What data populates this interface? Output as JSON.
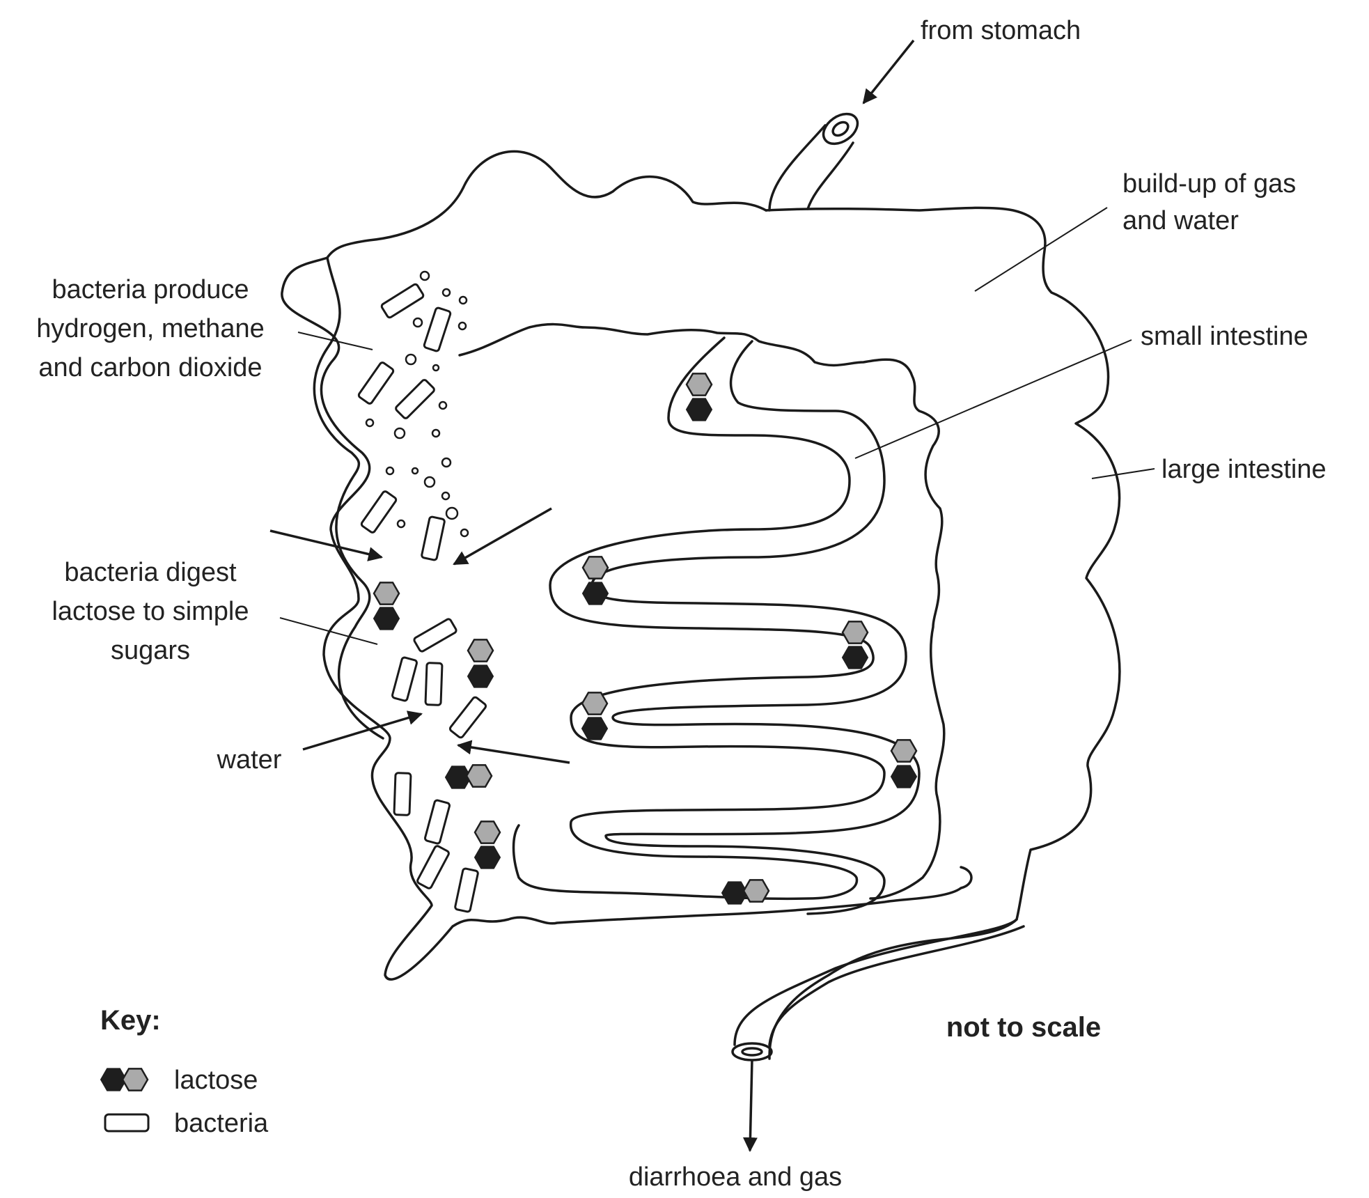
{
  "labels": {
    "from_stomach": "from stomach",
    "gas_water_line1": "build-up of gas",
    "gas_water_line2": "and water",
    "small_intestine": "small intestine",
    "large_intestine": "large intestine",
    "bacteria_produce_line1": "bacteria produce",
    "bacteria_produce_line2": "hydrogen, methane",
    "bacteria_produce_line3": "and carbon dioxide",
    "bacteria_digest_line1": "bacteria digest",
    "bacteria_digest_line2": "lactose to simple",
    "bacteria_digest_line3": "sugars",
    "water": "water",
    "diarrhoea_gas": "diarrhoea and gas",
    "not_to_scale": "not to scale"
  },
  "key": {
    "title": "Key:",
    "lactose": "lactose",
    "bacteria": "bacteria"
  },
  "colors": {
    "outline": "#1a1a1a",
    "lactose_dark": "#1e1e1e",
    "lactose_light": "#aaaaaa",
    "background": "#ffffff"
  }
}
